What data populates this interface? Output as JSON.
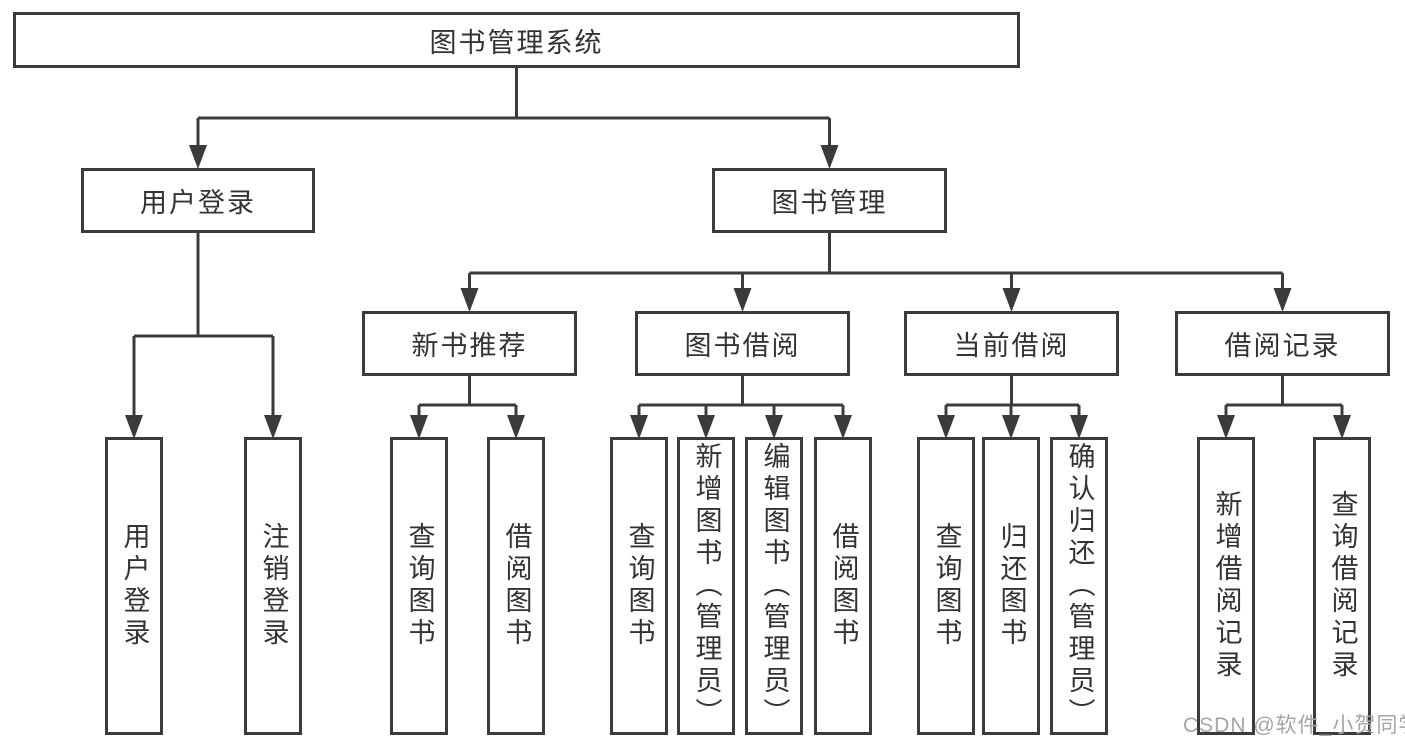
{
  "diagram": {
    "root": "图书管理系统",
    "level2": {
      "user_login": "用户登录",
      "book_management": "图书管理"
    },
    "level3": {
      "new_book": "新书推荐",
      "book_borrow": "图书借阅",
      "current_borrow": "当前借阅",
      "borrow_record": "借阅记录"
    },
    "leaves": {
      "user_login": [
        "用户登录",
        "注销登录"
      ],
      "new_book": [
        "查询图书",
        "借阅图书"
      ],
      "book_borrow": [
        "查询图书",
        "新增图书（管理员）",
        "编辑图书（管理员）",
        "借阅图书"
      ],
      "current_borrow": [
        "查询图书",
        "归还图书",
        "确认归还（管理员）"
      ],
      "borrow_record": [
        "新增借阅记录",
        "查询借阅记录"
      ]
    }
  },
  "watermark": {
    "text": "CSDN @软件_小贺同学"
  },
  "colors": {
    "line": "#3b3b3b",
    "box_border": "#3b3b3b",
    "text": "#333333",
    "watermark": "#a6a6a6",
    "background": "#ffffff"
  }
}
